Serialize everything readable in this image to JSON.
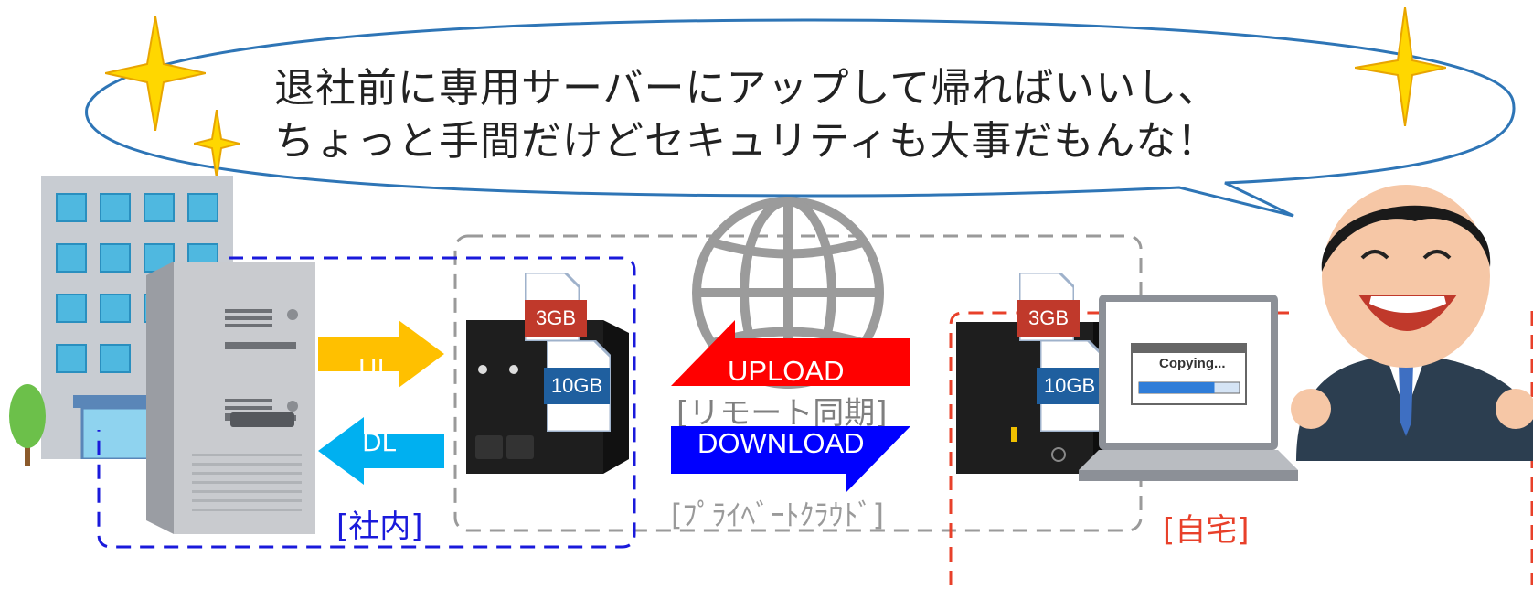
{
  "speech": {
    "line1": "退社前に専用サーバーにアップして帰ればいいし、",
    "line2": "ちょっと手間だけどセキュリティも大事だもんな！"
  },
  "arrows": {
    "ul": "UL",
    "dl": "DL",
    "upload": "UPLOAD",
    "download": "DOWNLOAD"
  },
  "labels": {
    "remote_sync": "[リモート同期]",
    "private_cloud": "[ﾌﾟﾗｲﾍﾞｰﾄｸﾗｳﾄﾞ]",
    "office": "[社内]",
    "home": "[自宅]"
  },
  "files": {
    "office_small": "3GB",
    "office_large": "10GB",
    "home_small": "3GB",
    "home_large": "10GB"
  },
  "laptop": {
    "dialog_text": "Copying...",
    "progress": 0.75
  },
  "colors": {
    "office_border": "#1a1adb",
    "cloud_border": "#9a9a9a",
    "home_border": "#e8402a",
    "ul_arrow": "#ffc000",
    "dl_arrow": "#00b0f0",
    "upload_arrow": "#ff0000",
    "download_arrow": "#0000ff",
    "file_tag": "#c0392b",
    "file_tag_blue": "#1f5f9f"
  }
}
